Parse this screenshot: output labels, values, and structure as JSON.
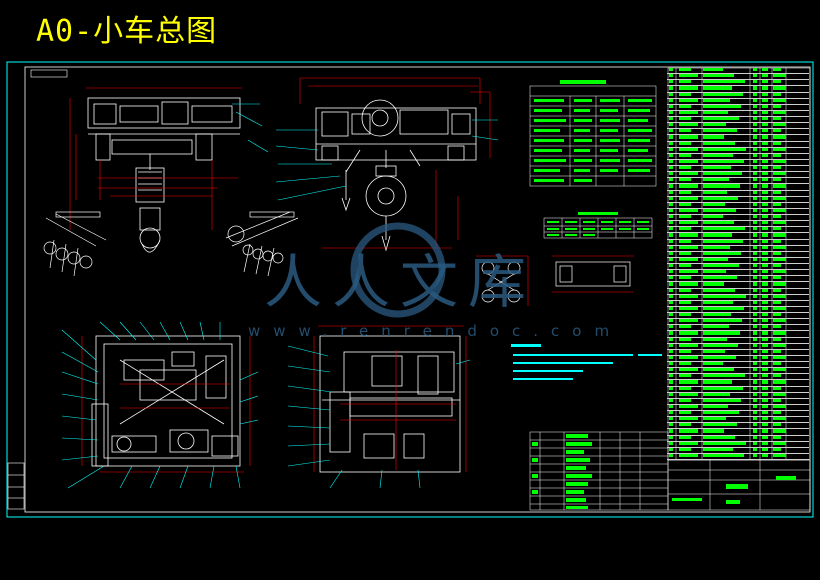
{
  "title": "A0-小车总图",
  "watermark": {
    "logo_text": "人人文库",
    "url_text": "www.renrendoc.com"
  },
  "colors": {
    "background": "#000000",
    "title": "#ffff00",
    "frame": "#00ffff",
    "drawing_lines": "#ffffff",
    "dimension_lines": "#ff0000",
    "leader_lines": "#00ffff",
    "table_text": "#00ff00",
    "watermark": "#2a5a80"
  }
}
